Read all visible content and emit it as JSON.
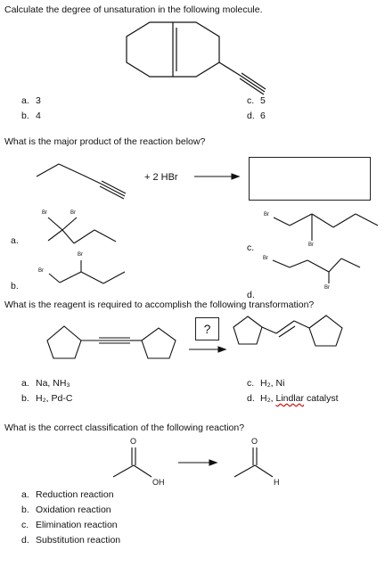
{
  "q1": {
    "prompt": "Calculate the degree of unsaturation in the following molecule.",
    "choices": [
      {
        "letter": "a.",
        "text": "3"
      },
      {
        "letter": "b.",
        "text": "4"
      },
      {
        "letter": "c.",
        "text": "5"
      },
      {
        "letter": "d.",
        "text": "6"
      }
    ]
  },
  "q2": {
    "prompt": "What is the major product of the reaction below?",
    "reagent": "+ 2 HBr",
    "labels": {
      "a": "a.",
      "b": "b.",
      "c": "c.",
      "d": "d."
    },
    "br": "Br"
  },
  "q3": {
    "prompt": "What is the reagent is required to accomplish the following transformation?",
    "unknown": "?",
    "choices": [
      {
        "letter": "a.",
        "text": "Na, NH₃"
      },
      {
        "letter": "b.",
        "text": "H₂, Pd-C"
      },
      {
        "letter": "c.",
        "text": "H₂, Ni"
      },
      {
        "letter": "d.",
        "text": "H₂, "
      }
    ],
    "lindlar": "Lindlar",
    "lindlar_tail": " catalyst"
  },
  "q4": {
    "prompt": "What is the correct classification of the following reaction?",
    "oh": "OH",
    "h": "H",
    "o": "O",
    "choices": [
      {
        "letter": "a.",
        "text": "Reduction reaction"
      },
      {
        "letter": "b.",
        "text": "Oxidation reaction"
      },
      {
        "letter": "c.",
        "text": "Elimination reaction"
      },
      {
        "letter": "d.",
        "text": "Substitution reaction"
      }
    ]
  }
}
